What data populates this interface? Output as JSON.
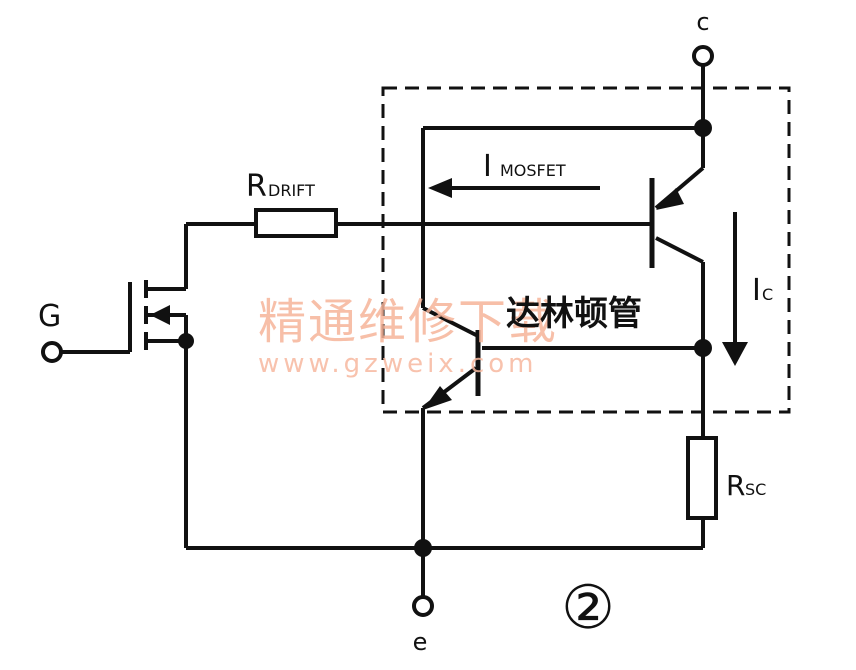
{
  "diagram": {
    "labels": {
      "collector": "c",
      "emitter": "e",
      "gate": "G",
      "r_drift_main": "R",
      "r_drift_sub": "DRIFT",
      "i_mosfet_main": "I",
      "i_mosfet_sub": "MOSFET",
      "ic_main": "I",
      "ic_sub": "C",
      "rsc_main": "R",
      "rsc_sub": "SC",
      "darlington": "达林顿管",
      "figure_number": "②"
    },
    "watermark": {
      "text_cn": "精通维修下载",
      "url": "www.gzweix.com"
    },
    "colors": {
      "line": "#111111",
      "watermark": "#f6b49a"
    }
  }
}
